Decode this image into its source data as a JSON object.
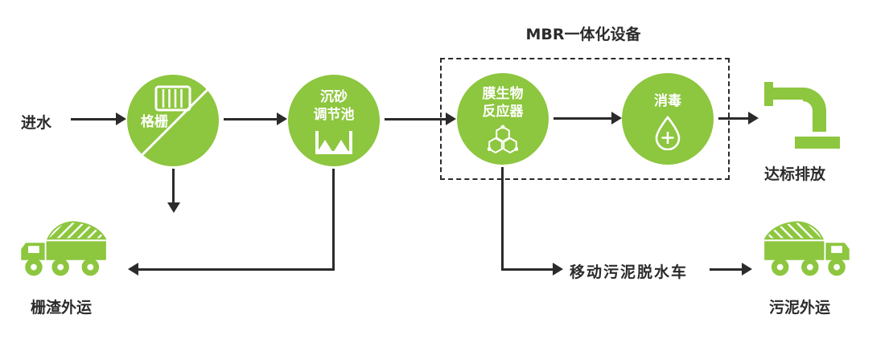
{
  "colors": {
    "green": "#8DC63F",
    "dark": "#2B2B2B",
    "white": "#FFFFFF"
  },
  "flow": {
    "inlet_label": "进水",
    "stage1": {
      "label": "格栅"
    },
    "stage2": {
      "label_line1": "沉砂",
      "label_line2": "调节池"
    },
    "mbr_group": {
      "title": "MBR一体化设备"
    },
    "stage3": {
      "label_line1": "膜生物",
      "label_line2": "反应器"
    },
    "stage4": {
      "label": "消毒"
    },
    "discharge_label": "达标排放"
  },
  "byproducts": {
    "screen_residue_label": "栅渣外运",
    "sludge_truck_label": "移动污泥脱水车",
    "sludge_out_label": "污泥外运"
  },
  "icons": {
    "stage1": "grid-screen-icon",
    "stage2": "settling-tank-icon",
    "stage3": "molecule-icon",
    "stage4": "droplet-cross-icon",
    "discharge": "faucet-icon",
    "trucks": "dump-truck-icon"
  }
}
